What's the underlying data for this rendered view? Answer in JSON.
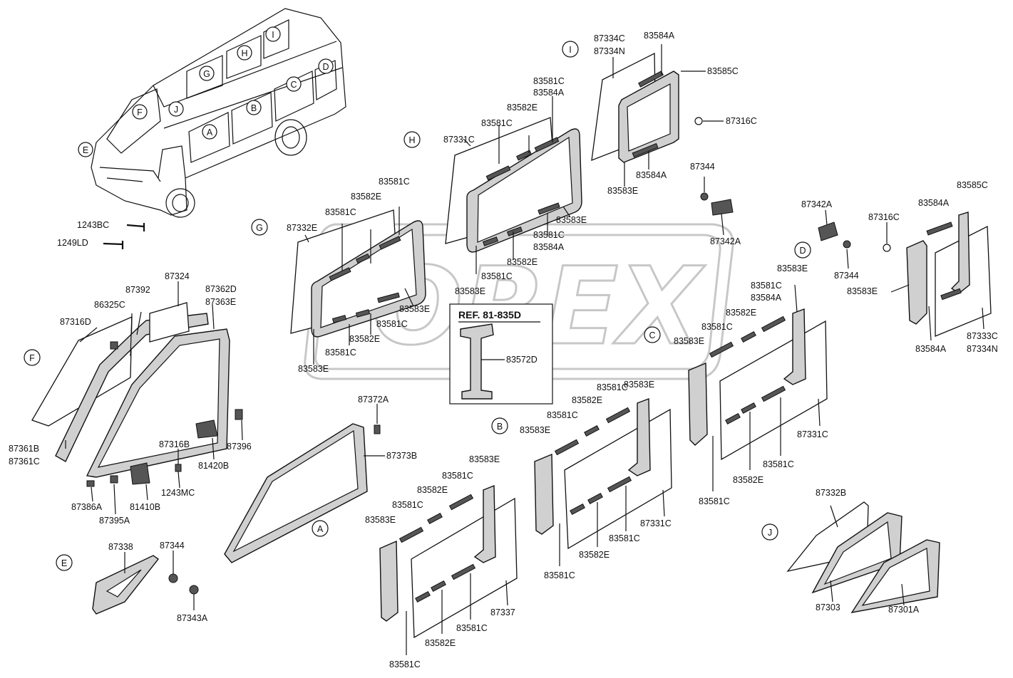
{
  "watermark": {
    "text": "OREX"
  },
  "ref_box": {
    "title": "REF. 81-835D",
    "part": "83572D"
  },
  "view_letters": [
    "A",
    "B",
    "C",
    "D",
    "E",
    "F",
    "G",
    "H",
    "I",
    "J"
  ],
  "van_markers": [
    "A",
    "B",
    "C",
    "D",
    "E",
    "F",
    "G",
    "H",
    "I",
    "J"
  ],
  "labels": {
    "l1243bc": "1243BC",
    "l1249ld": "1249LD",
    "g_87332e": "87332E",
    "g_83581c_a": "83581C",
    "g_83582e_a": "83582E",
    "g_83581c_b": "83581C",
    "g_83583e_r": "83583E",
    "g_83581c_c": "83581C",
    "g_83582e_b": "83582E",
    "g_83581c_d": "83581C",
    "g_83583e_b": "83583E",
    "h_87331c": "87331C",
    "h_83581c_a": "83581C",
    "h_83584a_a": "83584A",
    "h_83582e_a": "83582E",
    "h_83581c_b": "83581C",
    "h_83583e_r": "83583E",
    "h_83581c_c": "83581C",
    "h_83584a_b": "83584A",
    "h_83582e_b": "83582E",
    "h_83581c_d": "83581C",
    "h_83583e_b": "83583E",
    "i_87334c": "87334C",
    "i_87334n": "87334N",
    "i_83584a_t": "83584A",
    "i_83585c": "83585C",
    "i_87316c": "87316C",
    "i_83584a_b": "83584A",
    "i_83583e": "83583E",
    "m_87344": "87344",
    "m_87342a": "87342A",
    "d_87342a": "87342A",
    "d_87344": "87344",
    "d_87316c": "87316C",
    "d_83584a_t": "83584A",
    "d_83585c": "83585C",
    "d_83583e": "83583E",
    "d_83584a_b": "83584A",
    "d_87333c": "87333C",
    "d_87334n": "87334N",
    "c_83583e_t": "83583E",
    "c_83581c_a": "83581C",
    "c_83584a": "83584A",
    "c_83582e_a": "83582E",
    "c_83581c_b": "83581C",
    "c_83583e_l": "83583E",
    "c_87331c": "87331C",
    "c_83581c_c": "83581C",
    "c_83582e_b": "83582E",
    "c_83581c_d": "83581C",
    "b_83583e_t": "83583E",
    "b_83581c_a": "83581C",
    "b_83582e_a": "83582E",
    "b_83581c_b": "83581C",
    "b_83583e_l": "83583E",
    "b_87331c": "87331C",
    "b_83581c_c": "83581C",
    "b_83582e_b": "83582E",
    "b_83581c_d": "83581C",
    "a_83583e_t": "83583E",
    "a_83581c_a": "83581C",
    "a_83582e_a": "83582E",
    "a_83581c_b": "83581C",
    "a_83583e_l": "83583E",
    "a_87337": "87337",
    "a_83581c_c": "83581C",
    "a_83582e_b": "83582E",
    "a_83581c_d": "83581C",
    "a_87372a": "87372A",
    "a_87373b": "87373B",
    "f_87316d": "87316D",
    "f_86325c": "86325C",
    "f_87392": "87392",
    "f_87324": "87324",
    "f_87362d": "87362D",
    "f_87363e": "87363E",
    "f_87361b": "87361B",
    "f_87361c": "87361C",
    "f_87316b": "87316B",
    "f_81420b": "81420B",
    "f_87396": "87396",
    "f_1243mc": "1243MC",
    "f_87386a": "87386A",
    "f_87395a": "87395A",
    "f_81410b": "81410B",
    "e_87338": "87338",
    "e_87344": "87344",
    "e_87343a": "87343A",
    "j_87332b": "87332B",
    "j_87303": "87303",
    "j_87301a": "87301A"
  }
}
